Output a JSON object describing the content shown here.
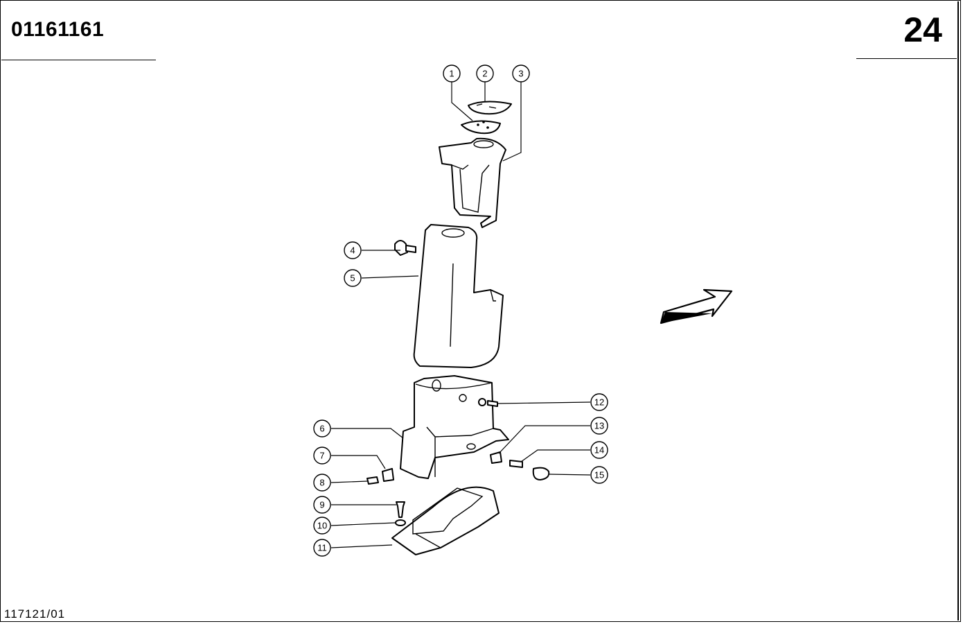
{
  "header": {
    "code": "01161161",
    "page_number": "24"
  },
  "footer": {
    "reference": "117121/01"
  },
  "callouts": [
    {
      "label": "1"
    },
    {
      "label": "2"
    },
    {
      "label": "3"
    },
    {
      "label": "4"
    },
    {
      "label": "5"
    },
    {
      "label": "6"
    },
    {
      "label": "7"
    },
    {
      "label": "8"
    },
    {
      "label": "9"
    },
    {
      "label": "10"
    },
    {
      "label": "11"
    },
    {
      "label": "12"
    },
    {
      "label": "13"
    },
    {
      "label": "14"
    },
    {
      "label": "15"
    }
  ]
}
